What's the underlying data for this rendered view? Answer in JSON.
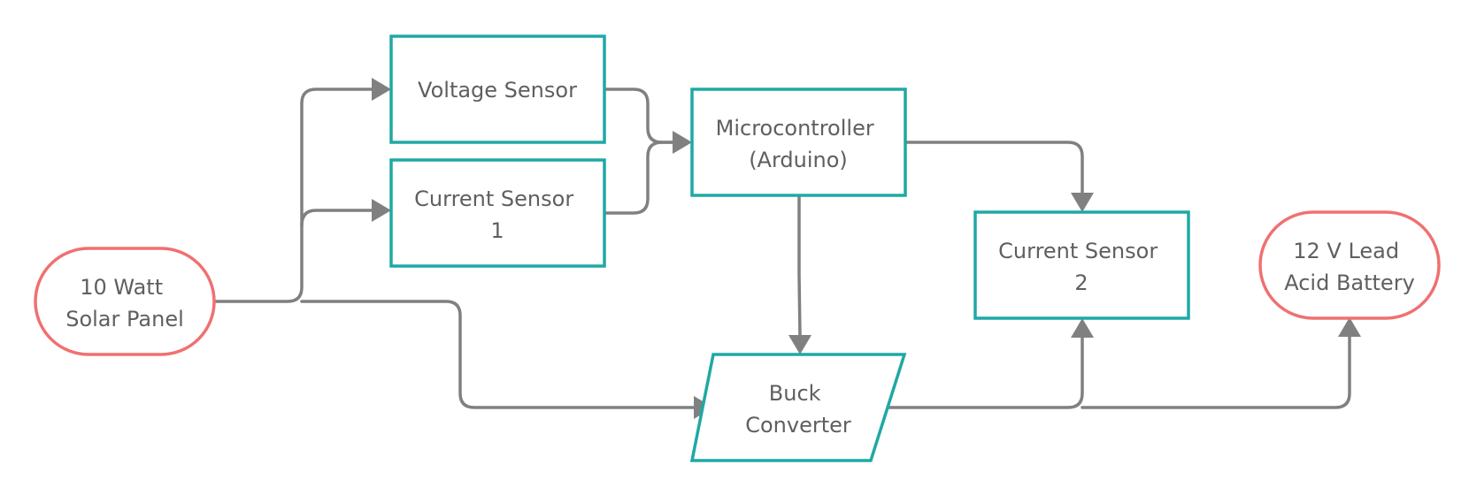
{
  "colors": {
    "process_border": "#1fa8a6",
    "terminal_border": "#f07070",
    "connector": "#808080",
    "text": "#5f5f5f",
    "background": "#ffffff"
  },
  "nodes": {
    "solar_panel": {
      "lines": [
        "10 Watt",
        "Solar Panel"
      ],
      "shape": "terminal"
    },
    "voltage_sensor": {
      "lines": [
        "Voltage Sensor"
      ],
      "shape": "process"
    },
    "current_sensor_1": {
      "lines": [
        "Current Sensor",
        "1"
      ],
      "shape": "process"
    },
    "microcontroller": {
      "lines": [
        "Microcontroller",
        "(Arduino)"
      ],
      "shape": "process"
    },
    "current_sensor_2": {
      "lines": [
        "Current Sensor",
        "2"
      ],
      "shape": "process"
    },
    "buck_converter": {
      "lines": [
        "Buck",
        "Converter"
      ],
      "shape": "data"
    },
    "battery": {
      "lines": [
        "12 V Lead",
        "Acid Battery"
      ],
      "shape": "terminal"
    }
  },
  "connections": [
    {
      "from": "solar_panel",
      "to": "voltage_sensor"
    },
    {
      "from": "solar_panel",
      "to": "current_sensor_1"
    },
    {
      "from": "solar_panel",
      "to": "buck_converter"
    },
    {
      "from": "voltage_sensor",
      "to": "microcontroller"
    },
    {
      "from": "current_sensor_1",
      "to": "microcontroller"
    },
    {
      "from": "microcontroller",
      "to": "current_sensor_2"
    },
    {
      "from": "microcontroller",
      "to": "buck_converter"
    },
    {
      "from": "buck_converter",
      "to": "current_sensor_2"
    },
    {
      "from": "buck_converter",
      "to": "battery"
    }
  ]
}
